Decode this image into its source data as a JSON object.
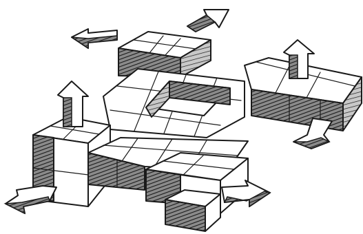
{
  "colors": {
    "ink": "#1a1a1a",
    "paper": "#ffffff",
    "hatch_fill": "#5a5a5a"
  },
  "arrows": [
    {
      "name": "arrow-northeast-top",
      "direction": "up-right"
    },
    {
      "name": "arrow-west-top",
      "direction": "left"
    },
    {
      "name": "arrow-up-right-block",
      "direction": "up"
    },
    {
      "name": "arrow-up-left-block",
      "direction": "up"
    },
    {
      "name": "arrow-southwest-left",
      "direction": "down-left"
    },
    {
      "name": "arrow-southeast-right",
      "direction": "down-left"
    },
    {
      "name": "arrow-east-bottom",
      "direction": "right"
    }
  ]
}
